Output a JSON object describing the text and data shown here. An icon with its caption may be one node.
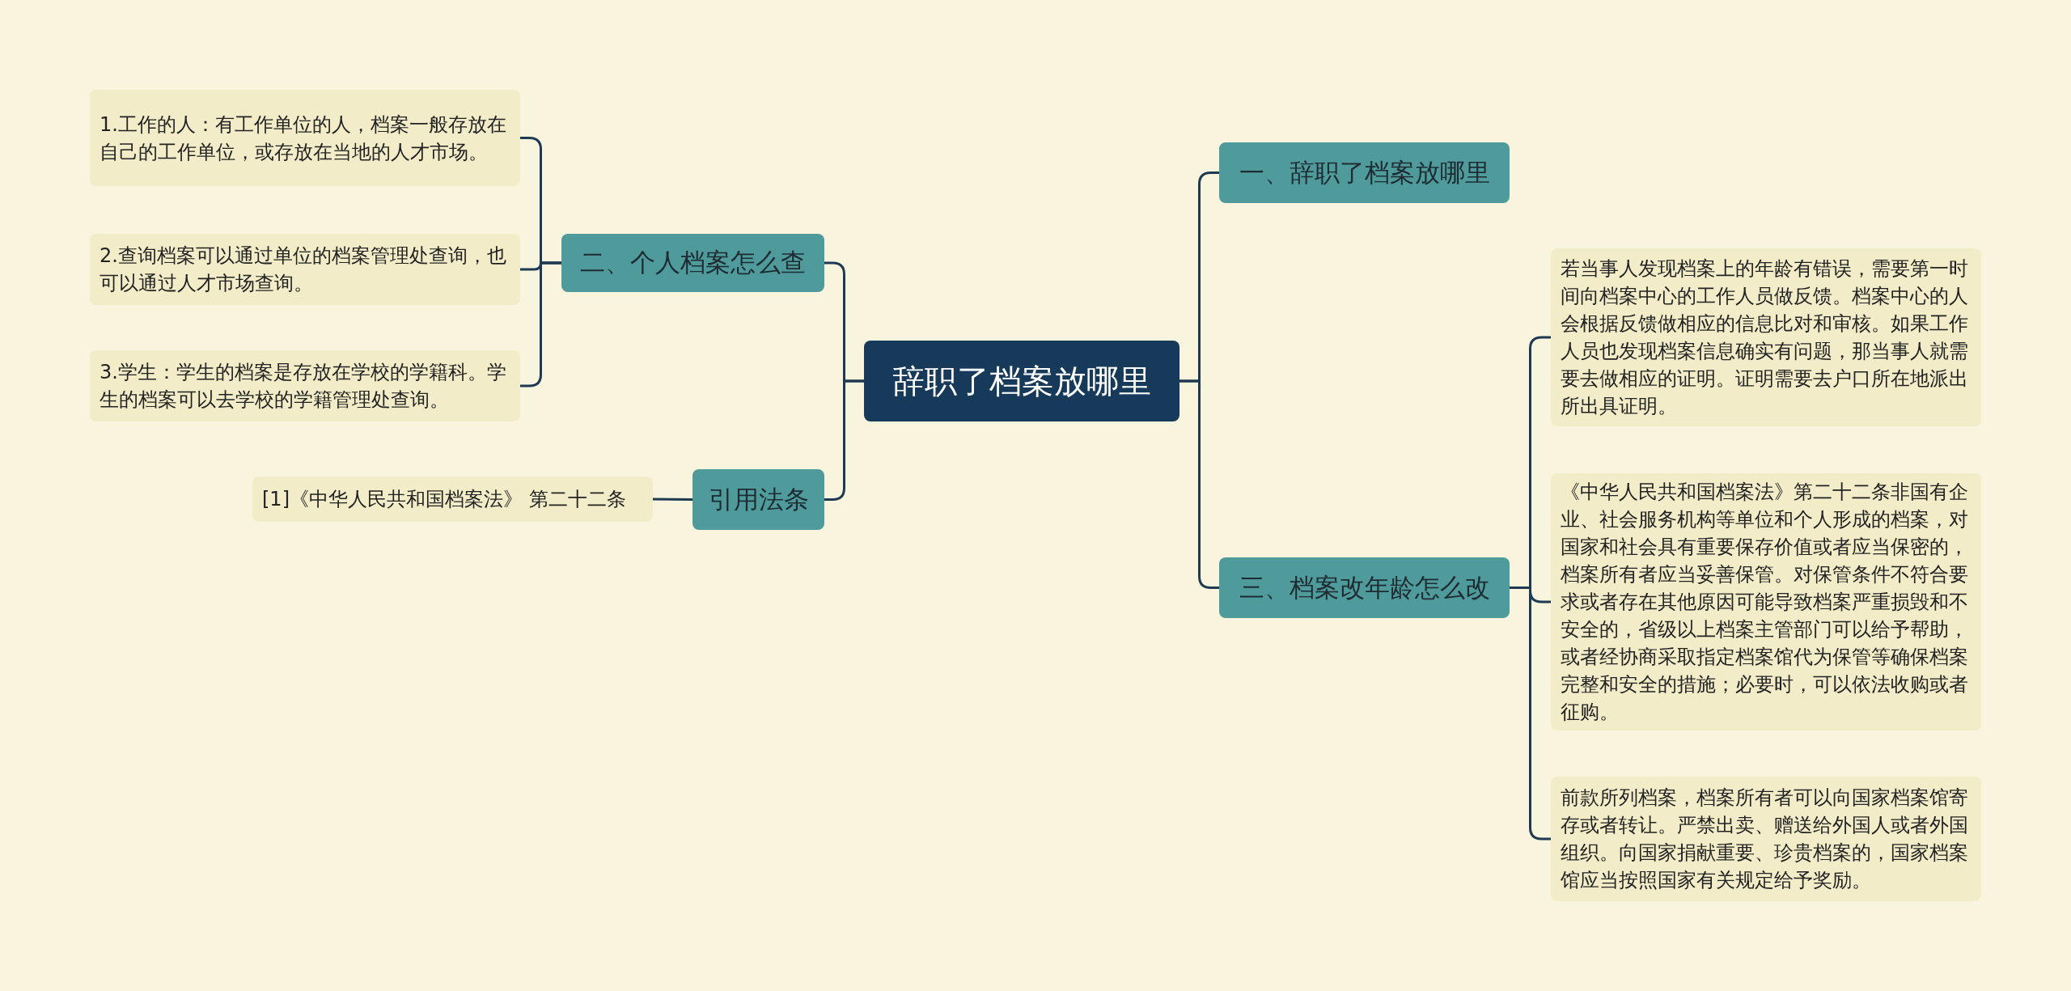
{
  "diagram": {
    "nodes": [
      {
        "text": [
          "辞职了档案放哪里"
        ]
      },
      {
        "text": [
          "一、辞职了档案放哪里"
        ]
      },
      {
        "text": [
          "二、个人档案怎么查"
        ]
      },
      {
        "text": [
          "1.工作的人：有工作单位的人，档案一般存放在自己的工作单位，或存放在当地的人才市场。"
        ]
      },
      {
        "text": [
          "2.查询档案可以通过单位的档案管理处查询，也可以通过人才市场查询。"
        ]
      },
      {
        "text": [
          "3.学生：学生的档案是存放在学校的学籍科。学生的档案可以去学校的学籍管理处查询。"
        ]
      },
      {
        "text": [
          "引用法条"
        ]
      },
      {
        "text": [
          "[1]《中华人民共和国档案法》 第二十二条"
        ]
      },
      {
        "text": [
          "三、档案改年龄怎么改"
        ]
      },
      {
        "text": [
          "若当事人发现档案上的年龄有错误，需要第一时间向档案中心的工作人员做反馈。档案中心的人会根据反馈做相应的信息比对和审核。如果工作人员也发现档案信息确实有问题，那当事人就需要去做相应的证明。证明需要去户口所在地派出所出具证明。"
        ]
      },
      {
        "text": [
          "《中华人民共和国档案法》第二十二条非国有企业、社会服务机构等单位和个人形成的档案，对国家和社会具有重要保存价值或者应当保密的，档案所有者应当妥善保管。对保管条件不符合要求或者存在其他原因可能导致档案严重损毁和不安全的，省级以上档案主管部门可以给予帮助，或者经协商采取指定档案馆代为保管等确保档案完整和安全的措施；必要时，可以依法收购或者征购。"
        ]
      },
      {
        "text": [
          "前款所列档案，档案所有者可以向国家档案馆寄存或者转让。严禁出卖、赠送给外国人或者外国组织。向国家捐献重要、珍贵档案的，国家档案馆应当按照国家有关规定给予奖励。"
        ]
      }
    ],
    "edges": [
      {
        "from": 0,
        "to": 1,
        "arrow": "none"
      },
      {
        "from": 0,
        "to": 2,
        "arrow": "none"
      },
      {
        "from": 0,
        "to": 6,
        "arrow": "none"
      },
      {
        "from": 0,
        "to": 8,
        "arrow": "none"
      },
      {
        "from": 2,
        "to": 3,
        "arrow": "none"
      },
      {
        "from": 2,
        "to": 4,
        "arrow": "none"
      },
      {
        "from": 2,
        "to": 5,
        "arrow": "none"
      },
      {
        "from": 6,
        "to": 7,
        "arrow": "none"
      },
      {
        "from": 8,
        "to": 9,
        "arrow": "none"
      },
      {
        "from": 8,
        "to": 10,
        "arrow": "none"
      },
      {
        "from": 8,
        "to": 11,
        "arrow": "none"
      }
    ]
  }
}
